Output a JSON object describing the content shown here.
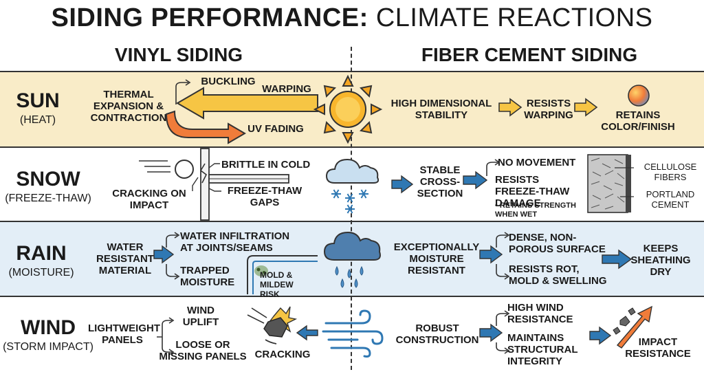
{
  "title": {
    "bold": "SIDING PERFORMANCE:",
    "light": "CLIMATE REACTIONS"
  },
  "columns": {
    "left": "VINYL SIDING",
    "right": "FIBER CEMENT SIDING"
  },
  "rows": {
    "sun": {
      "name": "SUN",
      "sub": "(HEAT)",
      "vinyl": {
        "cause": "THERMAL EXPANSION & CONTRACTION",
        "effect1": "BUCKLING",
        "effect2": "WARPING",
        "effect3": "UV FADING"
      },
      "fiber": {
        "p1": "HIGH DIMENSIONAL STABILITY",
        "p2": "RESISTS WARPING",
        "p3": "RETAINS COLOR/FINISH"
      }
    },
    "snow": {
      "name": "SNOW",
      "sub": "(FREEZE-THAW)",
      "vinyl": {
        "e1": "BRITTLE IN COLD",
        "e2": "CRACKING ON IMPACT",
        "e3": "FREEZE-THAW GAPS"
      },
      "fiber": {
        "p1": "STABLE CROSS-SECTION",
        "p2": "NO MOVEMENT",
        "p3": "RESISTS FREEZE-THAW DAMAGE",
        "note": "• RETAINS STRENGTH WHEN WET",
        "legend1": "CELLULOSE FIBERS",
        "legend2": "PORTLAND CEMENT"
      }
    },
    "rain": {
      "name": "RAIN",
      "sub": "(MOISTURE)",
      "vinyl": {
        "cause": "WATER RESISTANT MATERIAL",
        "e1": "WATER INFILTRATION AT JOINTS/SEAMS",
        "e2": "TRAPPED MOISTURE",
        "e3": "MOLD & MILDEW RISK"
      },
      "fiber": {
        "p1": "EXCEPTIONALLY MOISTURE RESISTANT",
        "p2": "DENSE, NON-POROUS SURFACE",
        "p3": "RESISTS ROT, MOLD & SWELLING",
        "p4": "KEEPS SHEATHING DRY"
      }
    },
    "wind": {
      "name": "WIND",
      "sub": "(STORM IMPACT)",
      "vinyl": {
        "cause": "LIGHTWEIGHT PANELS",
        "e1": "WIND UPLIFT",
        "e2": "LOOSE OR MISSING PANELS",
        "e3": "CRACKING"
      },
      "fiber": {
        "p1": "ROBUST CONSTRUCTION",
        "p2": "HIGH WIND RESISTANCE",
        "p3": "MAINTAINS STRUCTURAL INTEGRITY",
        "p4": "IMPACT RESISTANCE"
      }
    }
  },
  "colors": {
    "sun_bg": "#f9ecc8",
    "rain_bg": "#e3eef7",
    "orange": "#f07c3a",
    "yellow": "#f6c544",
    "blue": "#2f78b3"
  }
}
